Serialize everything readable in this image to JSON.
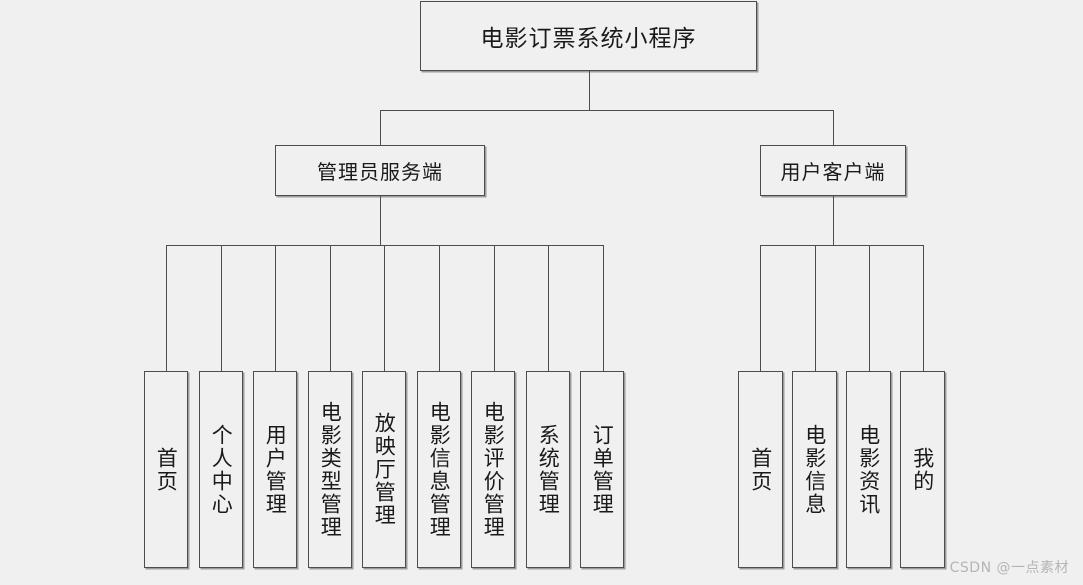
{
  "diagram": {
    "type": "tree",
    "background_color": "#f0f0f0",
    "line_color": "#4d4d4d",
    "text_color": "#1a1a1a",
    "root": {
      "label": "电影订票系统小程序"
    },
    "branches": [
      {
        "id": "admin",
        "label": "管理员服务端",
        "children": [
          {
            "label": "首页"
          },
          {
            "label": "个人中心"
          },
          {
            "label": "用户管理"
          },
          {
            "label": "电影类型管理"
          },
          {
            "label": "放映厅管理"
          },
          {
            "label": "电影信息管理"
          },
          {
            "label": "电影评价管理"
          },
          {
            "label": "系统管理"
          },
          {
            "label": "订单管理"
          }
        ]
      },
      {
        "id": "client",
        "label": "用户客户端",
        "children": [
          {
            "label": "首页"
          },
          {
            "label": "电影信息"
          },
          {
            "label": "电影资讯"
          },
          {
            "label": "我的"
          }
        ]
      }
    ]
  },
  "watermark": {
    "text": "CSDN @一点素材",
    "color": "#b5b5b5"
  }
}
